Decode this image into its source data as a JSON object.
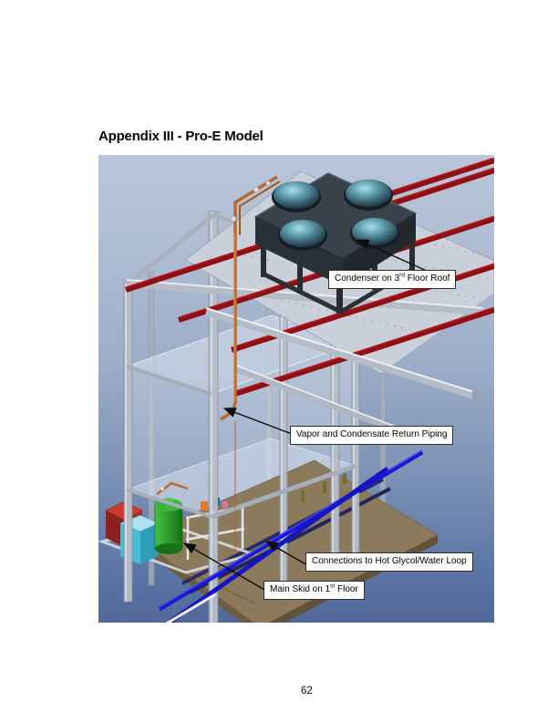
{
  "page": {
    "title": "Appendix III - Pro-E Model",
    "page_number": "62"
  },
  "figure": {
    "type": "3d-cad-model",
    "description": "Pro-E isometric model of a three-story structure with rooftop condenser, vapor/condensate return piping, main skid and hot glycol/water loop connections",
    "labels": [
      {
        "id": "condenser",
        "prefix": "Condenser on 3",
        "sup": "rd",
        "suffix": " Floor Roof"
      },
      {
        "id": "vapor",
        "prefix": "Vapor and Condensate Return Piping",
        "sup": "",
        "suffix": ""
      },
      {
        "id": "connections",
        "prefix": "Connections to Hot Glycol/Water Loop",
        "sup": "",
        "suffix": ""
      },
      {
        "id": "main-skid",
        "prefix": "Main Skid on 1",
        "sup": "st",
        "suffix": " Floor"
      }
    ],
    "parts": [
      "condenser-unit",
      "roof-deck",
      "roof-beams-red",
      "structure-frame",
      "floor-slabs",
      "copper-piping",
      "glycol-supply-pipes",
      "ground-floor",
      "main-skid"
    ],
    "colors": {
      "background_top": "#b9c5d8",
      "background_bottom": "#50699a",
      "roof_beam_red": "#8e1014",
      "structure_steel": "#b7bec9",
      "condenser_body": "#3a424b",
      "fan_dome_highlight": "#9fd8e6",
      "copper_pipe": "#b96a2e",
      "glycol_pipe_blue": "#1717d6",
      "floor_pipe_navy": "#2a2a68",
      "ground_floor_brown": "#8b7a5c",
      "tank_green": "#2f9e2f",
      "skid_red": "#cc3b2b",
      "skid_cyan": "#49bcd6",
      "callout_border": "#2e2e2e"
    }
  }
}
